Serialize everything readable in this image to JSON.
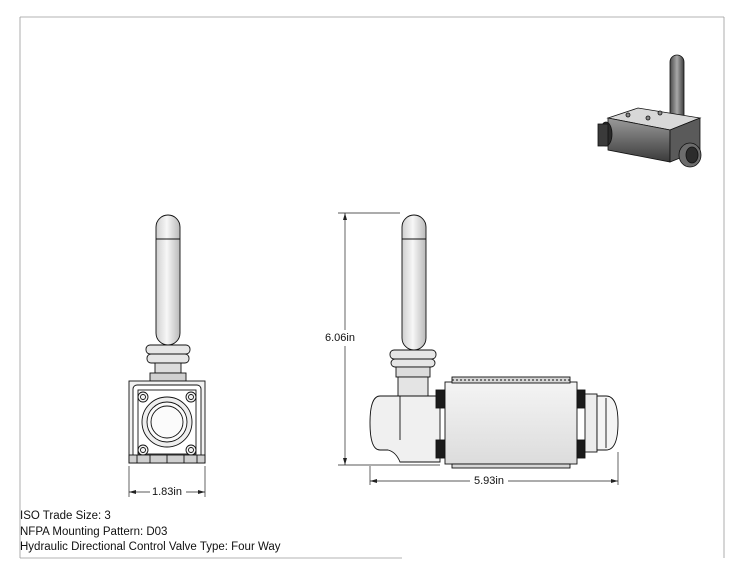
{
  "dimensions": {
    "height_label": "6.06in",
    "width_front_label": "1.83in",
    "length_side_label": "5.93in"
  },
  "notes": {
    "iso_trade_size": "ISO Trade Size: 3",
    "mounting_pattern": "NFPA Mounting Pattern: D03",
    "valve_type": "Hydraulic Directional Control Valve Type: Four Way"
  },
  "colors": {
    "line": "#111111",
    "metal_light": "#e8e8e8",
    "metal_mid": "#c8c8c8",
    "metal_dark": "#7a7a7a",
    "seal_black": "#1a1a1a"
  }
}
